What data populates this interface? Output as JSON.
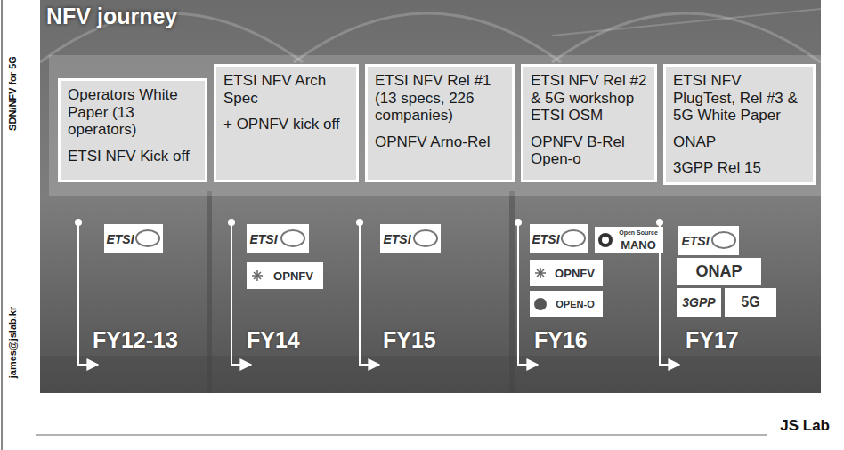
{
  "diagram": {
    "title": "NFV journey",
    "nodes": [
      {
        "text": [
          "Operators White Paper (13 operators)",
          "ETSI NFV Kick off"
        ]
      },
      {
        "text": [
          "ETSI NFV Arch Spec",
          "+ OPNFV kick off"
        ]
      },
      {
        "text": [
          "ETSI NFV Rel #1 (13 specs, 226 companies)",
          "OPNFV Arno-Rel"
        ]
      },
      {
        "text": [
          "ETSI NFV Rel #2 & 5G workshop ETSI OSM",
          "OPNFV B-Rel Open-o"
        ]
      },
      {
        "text": [
          "ETSI NFV PlugTest, Rel #3 & 5G White Paper",
          "ONAP",
          "3GPP Rel 15"
        ]
      }
    ],
    "labels": [
      "SDN/NFV for 5G",
      "james@jslab.kr",
      "ETSI",
      "ETSI",
      "OPNFV",
      "ETSI",
      "ETSI",
      "Open Source",
      "MANO",
      "OPNFV",
      "OPEN-O",
      "ETSI",
      "ONAP",
      "3GPP",
      "5G",
      "FY12-13",
      "FY14",
      "FY15",
      "FY16",
      "FY17",
      "JS Lab"
    ]
  }
}
